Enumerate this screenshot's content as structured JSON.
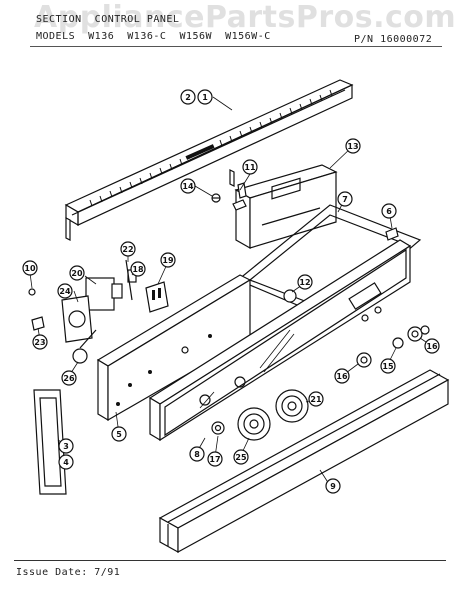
{
  "header": {
    "watermark": "AppliancePartsPros.com",
    "title": "SECTION  CONTROL PANEL",
    "models": "MODELS  W136  W136-C  W156W  W156W-C",
    "part_number": "P/N 16000072"
  },
  "footer": {
    "issue_date": "Issue Date: 7/91"
  },
  "callouts": [
    {
      "id": "c2",
      "label": "2"
    },
    {
      "id": "c1",
      "label": "1"
    },
    {
      "id": "c11",
      "label": "11"
    },
    {
      "id": "c13",
      "label": "13"
    },
    {
      "id": "c14",
      "label": "14"
    },
    {
      "id": "c7",
      "label": "7"
    },
    {
      "id": "c6",
      "label": "6"
    },
    {
      "id": "c22",
      "label": "22"
    },
    {
      "id": "c10",
      "label": "10"
    },
    {
      "id": "c20",
      "label": "20"
    },
    {
      "id": "c18",
      "label": "18"
    },
    {
      "id": "c19",
      "label": "19"
    },
    {
      "id": "c24",
      "label": "24"
    },
    {
      "id": "c12",
      "label": "12"
    },
    {
      "id": "c23",
      "label": "23"
    },
    {
      "id": "c26",
      "label": "26"
    },
    {
      "id": "c5",
      "label": "5"
    },
    {
      "id": "c16a",
      "label": "16"
    },
    {
      "id": "c15",
      "label": "15"
    },
    {
      "id": "c16b",
      "label": "16"
    },
    {
      "id": "c21",
      "label": "21"
    },
    {
      "id": "c8",
      "label": "8"
    },
    {
      "id": "c17",
      "label": "17"
    },
    {
      "id": "c25",
      "label": "25"
    },
    {
      "id": "c3",
      "label": "3"
    },
    {
      "id": "c4",
      "label": "4"
    },
    {
      "id": "c9",
      "label": "9"
    }
  ]
}
